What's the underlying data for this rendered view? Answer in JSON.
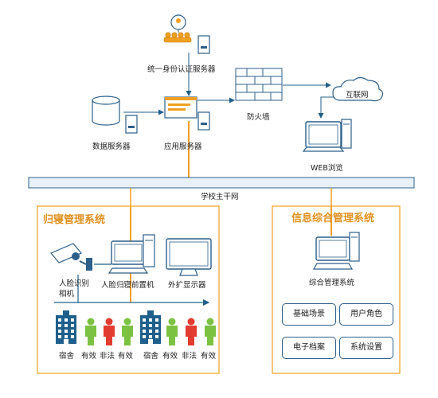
{
  "nodes": {
    "auth_server": "统一身份认证服务器",
    "data_server": "数据服务器",
    "app_server": "应用服务器",
    "firewall": "防火墙",
    "internet": "互联网",
    "web_browse": "WEB浏览",
    "backbone": "学校主干网"
  },
  "dorm_system": {
    "title": "归寝管理系统",
    "face_camera": "人脸识别\n相机",
    "front_machine": "人脸归寝前置机",
    "ext_display": "外扩显示器",
    "dorm_label": "宿舍",
    "valid_label": "有效",
    "invalid_label": "非法"
  },
  "info_system": {
    "title": "信息综合管理系统",
    "computer_label": "综合管理系统",
    "buttons": [
      "基础场景",
      "用户角色",
      "电子档案",
      "系统设置"
    ]
  },
  "colors": {
    "accent_orange": "#f0a020",
    "line_blue": "#1f5f8b",
    "person_green": "#7cc242",
    "person_red": "#e23b2f",
    "bar_fill": "#e8f1f8"
  }
}
